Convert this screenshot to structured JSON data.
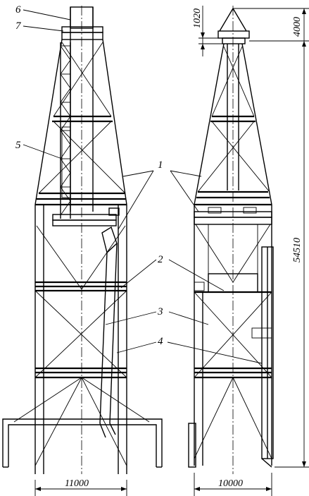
{
  "callouts": [
    "1",
    "2",
    "3",
    "4",
    "5",
    "6",
    "7"
  ],
  "dimensions": {
    "left_width": "11000",
    "right_width": "10000",
    "total_height": "54510",
    "top_cap": "4000",
    "offset": "1020"
  }
}
